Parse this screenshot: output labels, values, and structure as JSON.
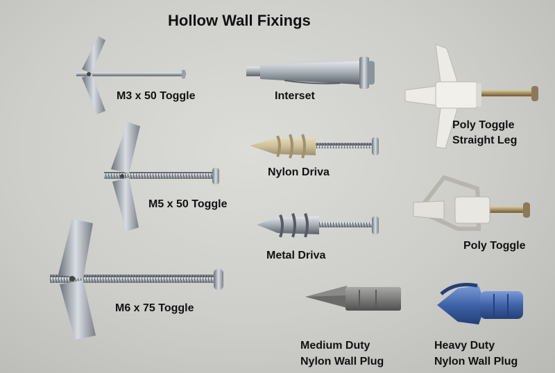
{
  "title": "Hollow Wall Fixings",
  "labels": {
    "m3_toggle": "M3 x 50 Toggle",
    "interset": "Interset",
    "poly_toggle_straight_1": "Poly Toggle",
    "poly_toggle_straight_2": "Straight Leg",
    "nylon_driva": "Nylon Driva",
    "m5_toggle": "M5 x 50 Toggle",
    "poly_toggle": "Poly Toggle",
    "metal_driva": "Metal Driva",
    "m6_toggle": "M6 x 75 Toggle",
    "medium_plug_1": "Medium Duty",
    "medium_plug_2": "Nylon Wall Plug",
    "heavy_plug_1": "Heavy Duty",
    "heavy_plug_2": "Nylon Wall Plug"
  },
  "colors": {
    "background": "#cfcfcb",
    "zinc": "#a9b0b6",
    "nylon_beige": "#cdbf98",
    "white_nylon": "#ecebe6",
    "grey_plug": "#7d7d7d",
    "blue_plug": "#3f63a8"
  }
}
